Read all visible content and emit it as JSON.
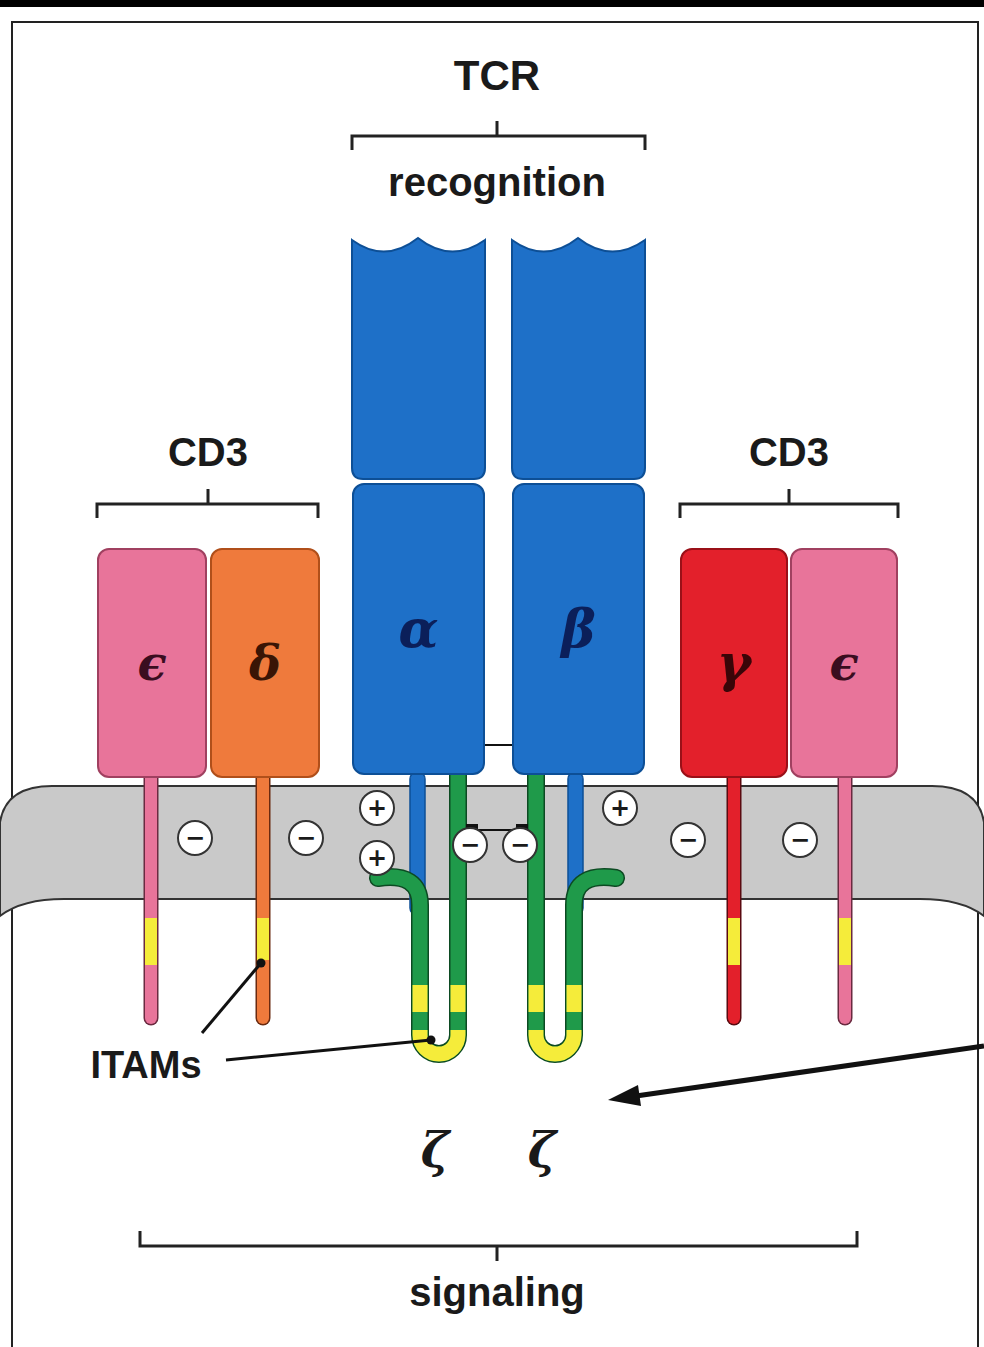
{
  "diagram": {
    "nodes": [
      {
        "text": [
          "ϵ"
        ]
      },
      {
        "text": [
          "δ"
        ]
      },
      {
        "text": [
          "α"
        ]
      },
      {
        "text": [
          "β"
        ]
      },
      {
        "text": [
          "γ"
        ]
      },
      {
        "text": [
          "ϵ"
        ]
      }
    ],
    "labels": [
      "TCR",
      "recognition",
      "CD3",
      "CD3",
      "−",
      "−",
      "+",
      "+",
      "−",
      "−",
      "+",
      "−",
      "−",
      "ITAMs",
      "ζ",
      "ζ",
      "signaling"
    ]
  }
}
